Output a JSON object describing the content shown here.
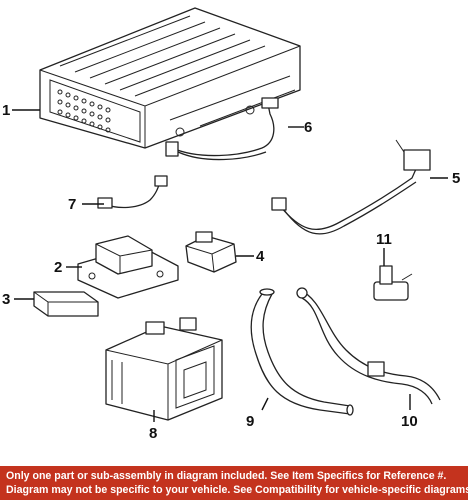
{
  "diagram": {
    "callouts": {
      "c1": "1",
      "c2": "2",
      "c3": "3",
      "c4": "4",
      "c5": "5",
      "c6": "6",
      "c7": "7",
      "c8": "8",
      "c9": "9",
      "c10": "10",
      "c11": "11"
    }
  },
  "disclaimer": {
    "line1": "Only one part or sub-assembly in diagram included. See Item Specifics for Reference #.",
    "line2": "Diagram may not be specific to your vehicle. See Compatibility for vehicle-specific diagrams."
  },
  "colors": {
    "banner": "#c4331e",
    "banner_text": "#ffffff",
    "line": "#222222"
  }
}
